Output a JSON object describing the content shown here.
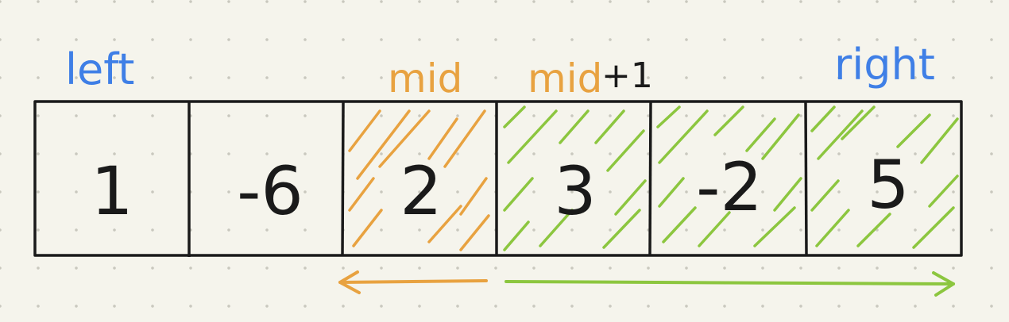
{
  "labels": {
    "left": "left",
    "mid": "mid",
    "mid_plus_one_base": "mid",
    "mid_plus_one_suffix": "+1",
    "right": "right"
  },
  "array": {
    "cells": [
      "1",
      "-6",
      "2",
      "3",
      "-2",
      "5"
    ],
    "left_half_highlight_index": 2,
    "right_half_highlight_indices": [
      3,
      4,
      5
    ]
  },
  "colors": {
    "pointer_blue": "#3f7fe6",
    "mid_orange": "#e8a240",
    "crossing_green": "#8cc63f",
    "ink": "#1a1a1a",
    "paper": "#f5f4ec",
    "dot": "#c9c8be"
  },
  "arrows": {
    "left_arrow": "arrow-left-orange",
    "right_arrow": "arrow-right-green"
  }
}
